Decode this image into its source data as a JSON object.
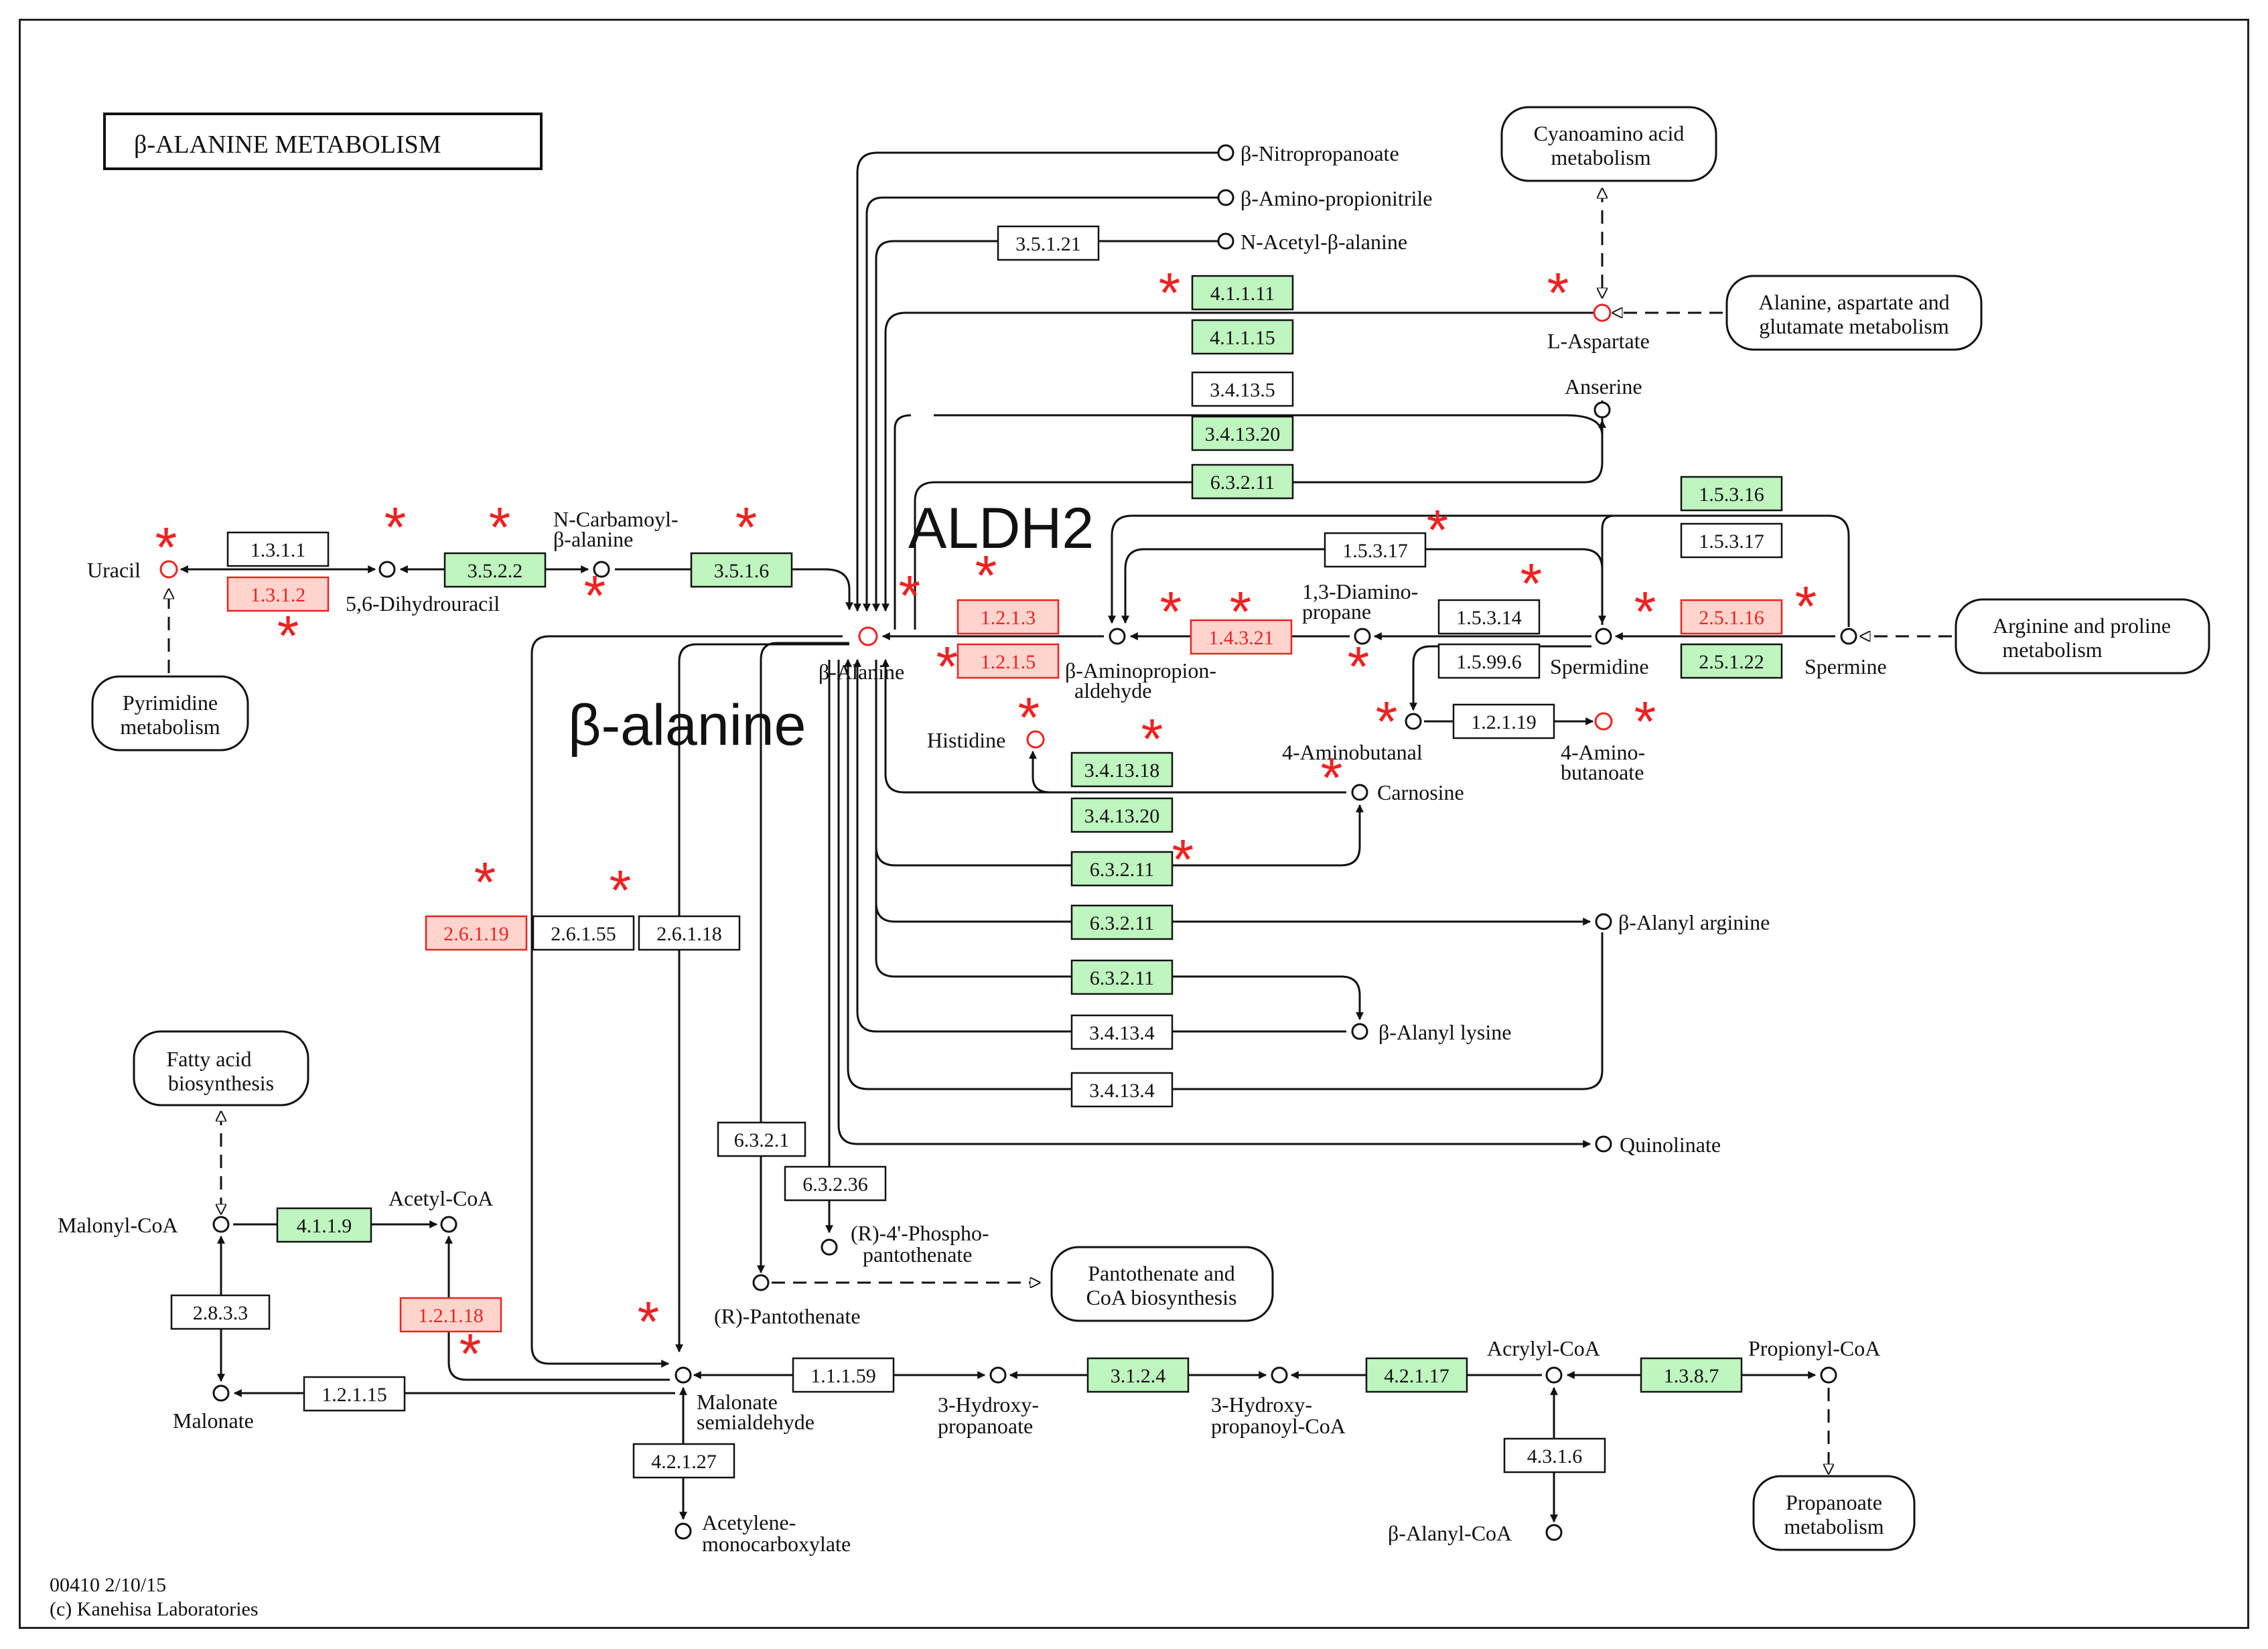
{
  "title": "β-ALANINE  METABOLISM",
  "annotations": {
    "aldh2": "ALDH2",
    "beta_alanine": "β-alanine",
    "marker": "*"
  },
  "footer": {
    "line1": "00410 2/10/15",
    "line2": "(c) Kanehisa Laboratories"
  },
  "colors": {
    "found_enzyme_fill": "#bff5bf",
    "missing_enzyme_fill": "#ffffff",
    "highlight": "#ee2222",
    "highlight_fill": "#ffd4cc",
    "line": "#111111"
  },
  "pathways": {
    "cyanoamino": [
      "Cyanoamino acid",
      "metabolism"
    ],
    "ala_asp_glu": [
      "Alanine, aspartate and",
      "glutamate metabolism"
    ],
    "arg_pro": [
      "Arginine and proline",
      "metabolism"
    ],
    "pyrimidine": [
      "Pyrimidine",
      "metabolism"
    ],
    "fatty_acid": [
      "Fatty acid",
      "biosynthesis"
    ],
    "pantothenate": [
      "Pantothenate and",
      "CoA biosynthesis"
    ],
    "propanoate": [
      "Propanoate",
      "metabolism"
    ]
  },
  "compounds": {
    "nitropropanoate": "β-Nitropropanoate",
    "aminopropionitrile": "β-Amino-propionitrile",
    "acetyl_b_alanine": "N-Acetyl-β-alanine",
    "l_aspartate": "L-Aspartate",
    "anserine": "Anserine",
    "uracil": "Uracil",
    "dihydrouracil": "5,6-Dihydrouracil",
    "carbamoyl": [
      "N-Carbamoyl-",
      "β-alanine"
    ],
    "b_alanine": "β-Alanine",
    "aminopropionaldehyde": [
      "β-Aminopropion-",
      "aldehyde"
    ],
    "diaminopropane": [
      "1,3-Diamino-",
      "propane"
    ],
    "spermidine": "Spermidine",
    "spermine": "Spermine",
    "histidine": "Histidine",
    "aminobutanal": "4-Aminobutanal",
    "aminobutanoate": [
      "4-Amino-",
      "butanoate"
    ],
    "carnosine": "Carnosine",
    "alanyl_arginine": "β-Alanyl arginine",
    "alanyl_lysine": "β-Alanyl lysine",
    "quinolinate": "Quinolinate",
    "phosphopantothenate": [
      "(R)-4'-Phospho-",
      "pantothenate"
    ],
    "pantothenate": "(R)-Pantothenate",
    "malonyl_coa": "Malonyl-CoA",
    "acetyl_coa": "Acetyl-CoA",
    "malonate": "Malonate",
    "malonate_semialdehyde": [
      "Malonate",
      "semialdehyde"
    ],
    "hydroxypropanoate": [
      "3-Hydroxy-",
      "propanoate"
    ],
    "hydroxypropanoyl_coa": [
      "3-Hydroxy-",
      "propanoyl-CoA"
    ],
    "acrylyl_coa": "Acrylyl-CoA",
    "propionyl_coa": "Propionyl-CoA",
    "alanyl_coa": "β-Alanyl-CoA",
    "acetylenemonocarboxylate": [
      "Acetylene-",
      "monocarboxylate"
    ]
  },
  "enzymes": {
    "e_3_5_1_21": "3.5.1.21",
    "e_4_1_1_11": "4.1.1.11",
    "e_4_1_1_15": "4.1.1.15",
    "e_3_4_13_5": "3.4.13.5",
    "e_3_4_13_20_a": "3.4.13.20",
    "e_6_3_2_11_a": "6.3.2.11",
    "e_1_3_1_1": "1.3.1.1",
    "e_1_3_1_2": "1.3.1.2",
    "e_3_5_2_2": "3.5.2.2",
    "e_3_5_1_6": "3.5.1.6",
    "e_1_2_1_3": "1.2.1.3",
    "e_1_2_1_5": "1.2.1.5",
    "e_1_4_3_21": "1.4.3.21",
    "e_1_5_3_17_a": "1.5.3.17",
    "e_1_5_3_14": "1.5.3.14",
    "e_1_5_99_6": "1.5.99.6",
    "e_1_5_3_16": "1.5.3.16",
    "e_1_5_3_17_b": "1.5.3.17",
    "e_2_5_1_16": "2.5.1.16",
    "e_2_5_1_22": "2.5.1.22",
    "e_1_2_1_19": "1.2.1.19",
    "e_3_4_13_18": "3.4.13.18",
    "e_3_4_13_20_b": "3.4.13.20",
    "e_6_3_2_11_b": "6.3.2.11",
    "e_6_3_2_11_c": "6.3.2.11",
    "e_6_3_2_11_d": "6.3.2.11",
    "e_3_4_13_4_a": "3.4.13.4",
    "e_3_4_13_4_b": "3.4.13.4",
    "e_2_6_1_19": "2.6.1.19",
    "e_2_6_1_55": "2.6.1.55",
    "e_2_6_1_18": "2.6.1.18",
    "e_6_3_2_1": "6.3.2.1",
    "e_6_3_2_36": "6.3.2.36",
    "e_4_1_1_9": "4.1.1.9",
    "e_2_8_3_3": "2.8.3.3",
    "e_1_2_1_18": "1.2.1.18",
    "e_1_2_1_15": "1.2.1.15",
    "e_1_1_1_59": "1.1.1.59",
    "e_3_1_2_4": "3.1.2.4",
    "e_4_2_1_17": "4.2.1.17",
    "e_1_3_8_7": "1.3.8.7",
    "e_4_3_1_6": "4.3.1.6",
    "e_4_2_1_27": "4.2.1.27"
  }
}
